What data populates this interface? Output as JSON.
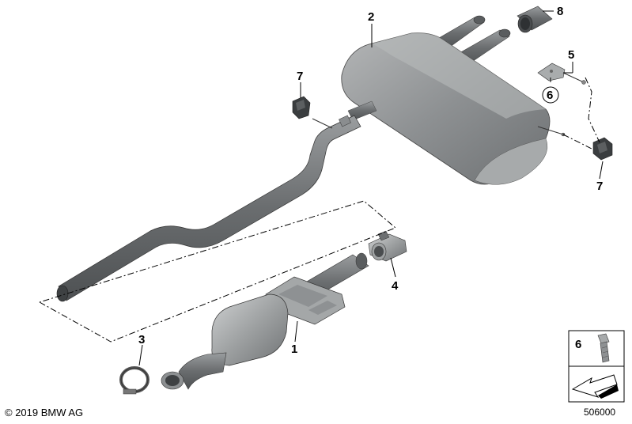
{
  "callouts": {
    "c1": "1",
    "c2": "2",
    "c3": "3",
    "c4": "4",
    "c5": "5",
    "c6": "6",
    "c7a": "7",
    "c7b": "7",
    "c8": "8",
    "legend_num": "6"
  },
  "footer": {
    "copyright": "© 2019 BMW AG",
    "diagram_number": "506000"
  },
  "colors": {
    "part_dark": "#6e7173",
    "part_mid": "#8c8f91",
    "part_light": "#b9bbbc",
    "line": "#000000"
  }
}
